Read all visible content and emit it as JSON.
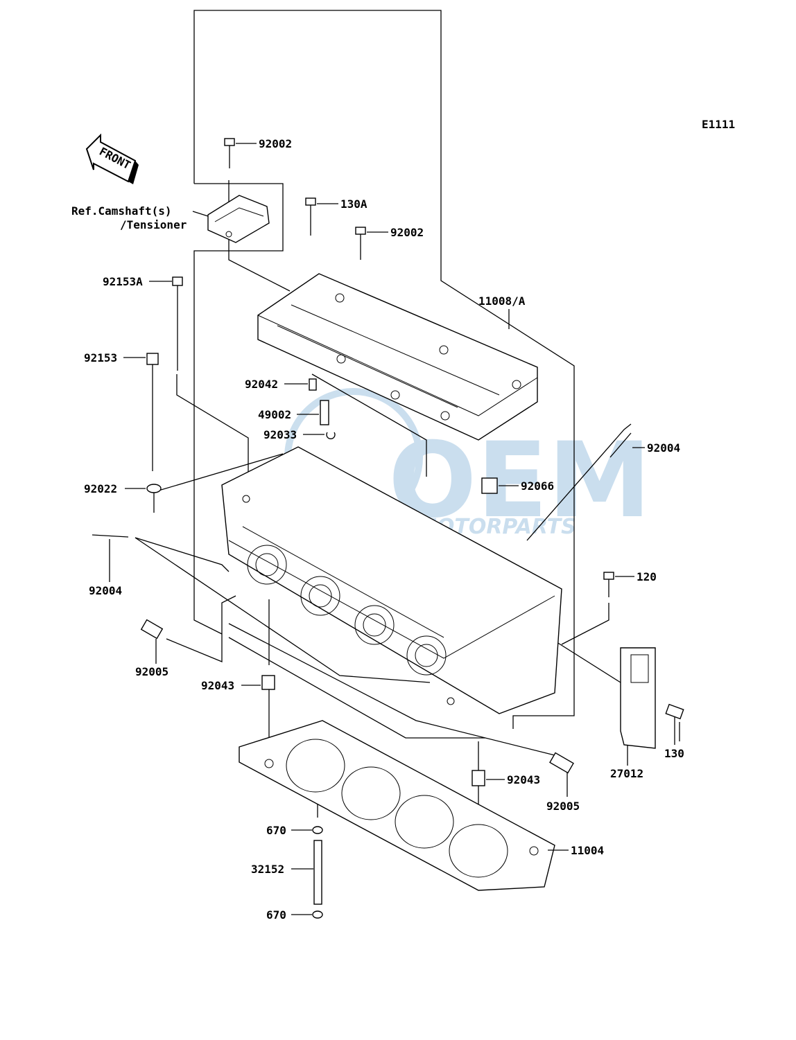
{
  "diagram_code": "E1111",
  "front_label": "FRONT",
  "watermark": {
    "brand": "OEM",
    "sub": "MOTORPARTS",
    "color": "#6aa3cf"
  },
  "reference_note": {
    "line1": "Ref.Camshaft(s)",
    "line2": "/Tensioner"
  },
  "callouts": {
    "p92002_top": "92002",
    "p130A": "130A",
    "p92002_mid": "92002",
    "p92153A": "92153A",
    "p11008A": "11008/A",
    "p92153": "92153",
    "p92042": "92042",
    "p49002": "49002",
    "p92033": "92033",
    "p92004_r": "92004",
    "p92022": "92022",
    "p92066": "92066",
    "p92004_l": "92004",
    "p120": "120",
    "p92005_l": "92005",
    "p92043_l": "92043",
    "p130": "130",
    "p27012": "27012",
    "p92043_r": "92043",
    "p92005_r": "92005",
    "p670_top": "670",
    "p11004": "11004",
    "p32152": "32152",
    "p670_bot": "670"
  }
}
